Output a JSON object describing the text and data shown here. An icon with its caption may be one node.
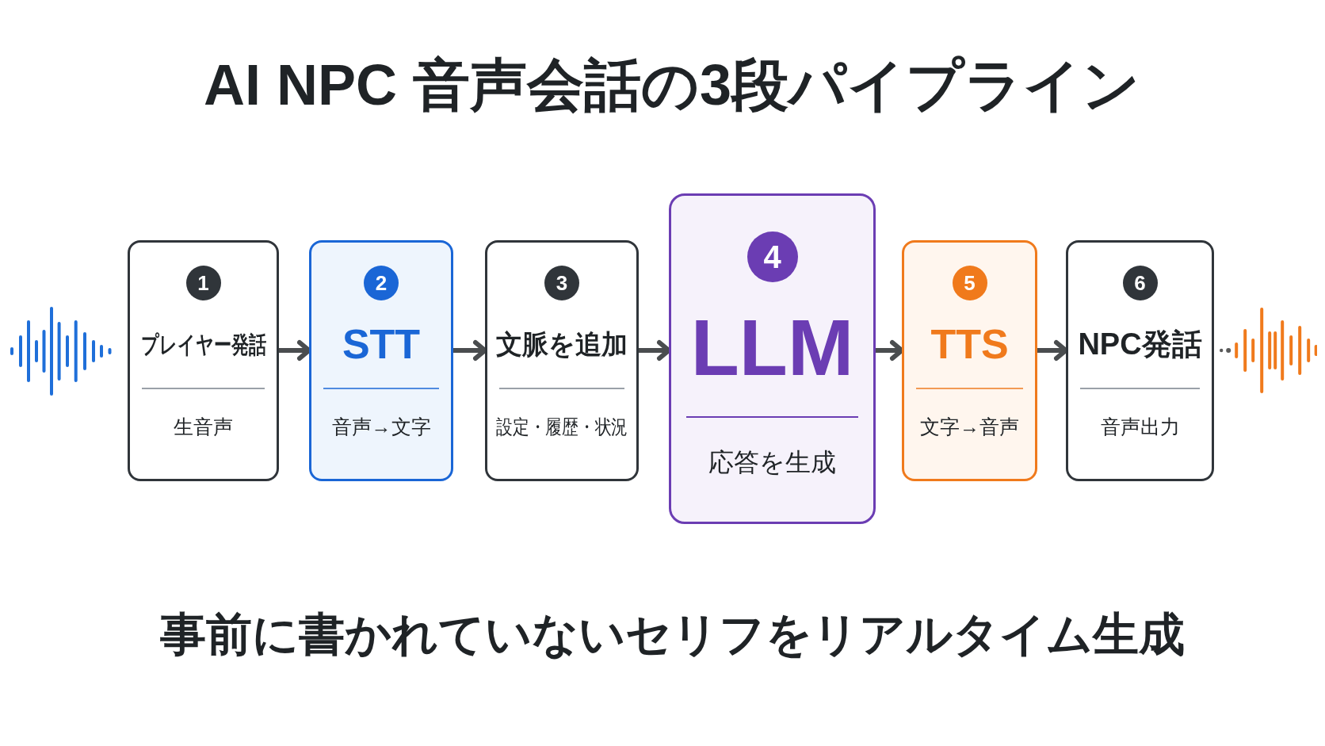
{
  "diagram": {
    "title": "AI NPC 音声会話の3段パイプライン",
    "caption": "事前に書かれていないセリフをリアルタイム生成",
    "nodes": [
      {
        "text": [],
        "shape": "picture"
      },
      {
        "text": [
          "1",
          "プレイヤー発話",
          "生音声"
        ]
      },
      {
        "text": [
          "2",
          "STT",
          "音声→文字"
        ]
      },
      {
        "text": [
          "3",
          "文脈を追加",
          "設定・履歴・状況"
        ]
      },
      {
        "text": [
          "4",
          "LLM",
          "応答を生成"
        ]
      },
      {
        "text": [
          "5",
          "TTS",
          "文字→音声"
        ]
      },
      {
        "text": [
          "6",
          "NPC発話",
          "音声出力"
        ]
      },
      {
        "text": [],
        "shape": "picture"
      }
    ],
    "edges": [
      {
        "from": 1,
        "to": 2,
        "arrow": "to"
      },
      {
        "from": 2,
        "to": 3,
        "arrow": "to"
      },
      {
        "from": 3,
        "to": 4,
        "arrow": "to"
      },
      {
        "from": 4,
        "to": 5,
        "arrow": "to"
      },
      {
        "from": 5,
        "to": 6,
        "arrow": "to"
      }
    ]
  }
}
